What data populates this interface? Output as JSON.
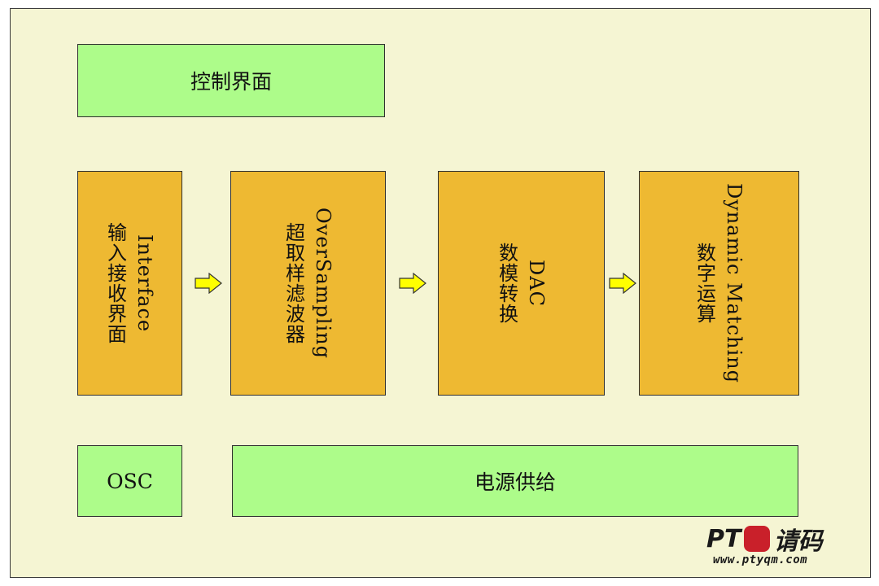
{
  "control_interface": "控制界面",
  "blocks": [
    {
      "en": "Interface",
      "zh": "输入接收界面"
    },
    {
      "en": "OverSampling",
      "zh": "超取样滤波器"
    },
    {
      "en": "DAC",
      "zh": "数模转换"
    },
    {
      "en": "Dynamic Matching",
      "zh": "数字运算"
    }
  ],
  "osc": "OSC",
  "power": "电源供给",
  "watermark": {
    "brand_latin": "PT",
    "brand_cjk": "请码",
    "url": "www.ptyqm.com"
  },
  "colors": {
    "background": "#f5f5d3",
    "green_block": "#adfc8a",
    "orange_block": "#eeb932",
    "arrow": "#ffff00"
  },
  "icons": [
    "right-arrow-icon",
    "seal-logo-icon"
  ]
}
